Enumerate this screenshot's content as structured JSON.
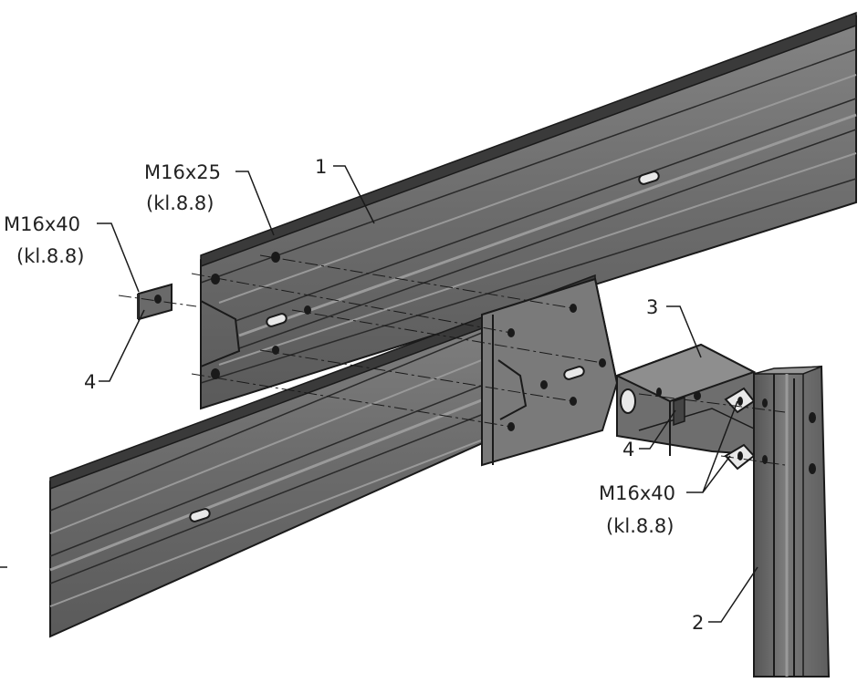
{
  "labels": {
    "part_1": "1",
    "part_2": "2",
    "part_3": "3",
    "part_4_left": "4",
    "part_4_right": "4",
    "bolt_top": "M16x25",
    "bolt_top_class": "(kl.8.8)",
    "bolt_left": "M16x40",
    "bolt_left_class": "(kl.8.8)",
    "bolt_right": "M16x40",
    "bolt_right_class": "(kl.8.8)"
  },
  "colors": {
    "steel": "#707070",
    "steel_dark": "#4f4f4f",
    "steel_light": "#8c8c8c",
    "outline": "#1a1a1a",
    "hole": "#f2f2f2"
  }
}
